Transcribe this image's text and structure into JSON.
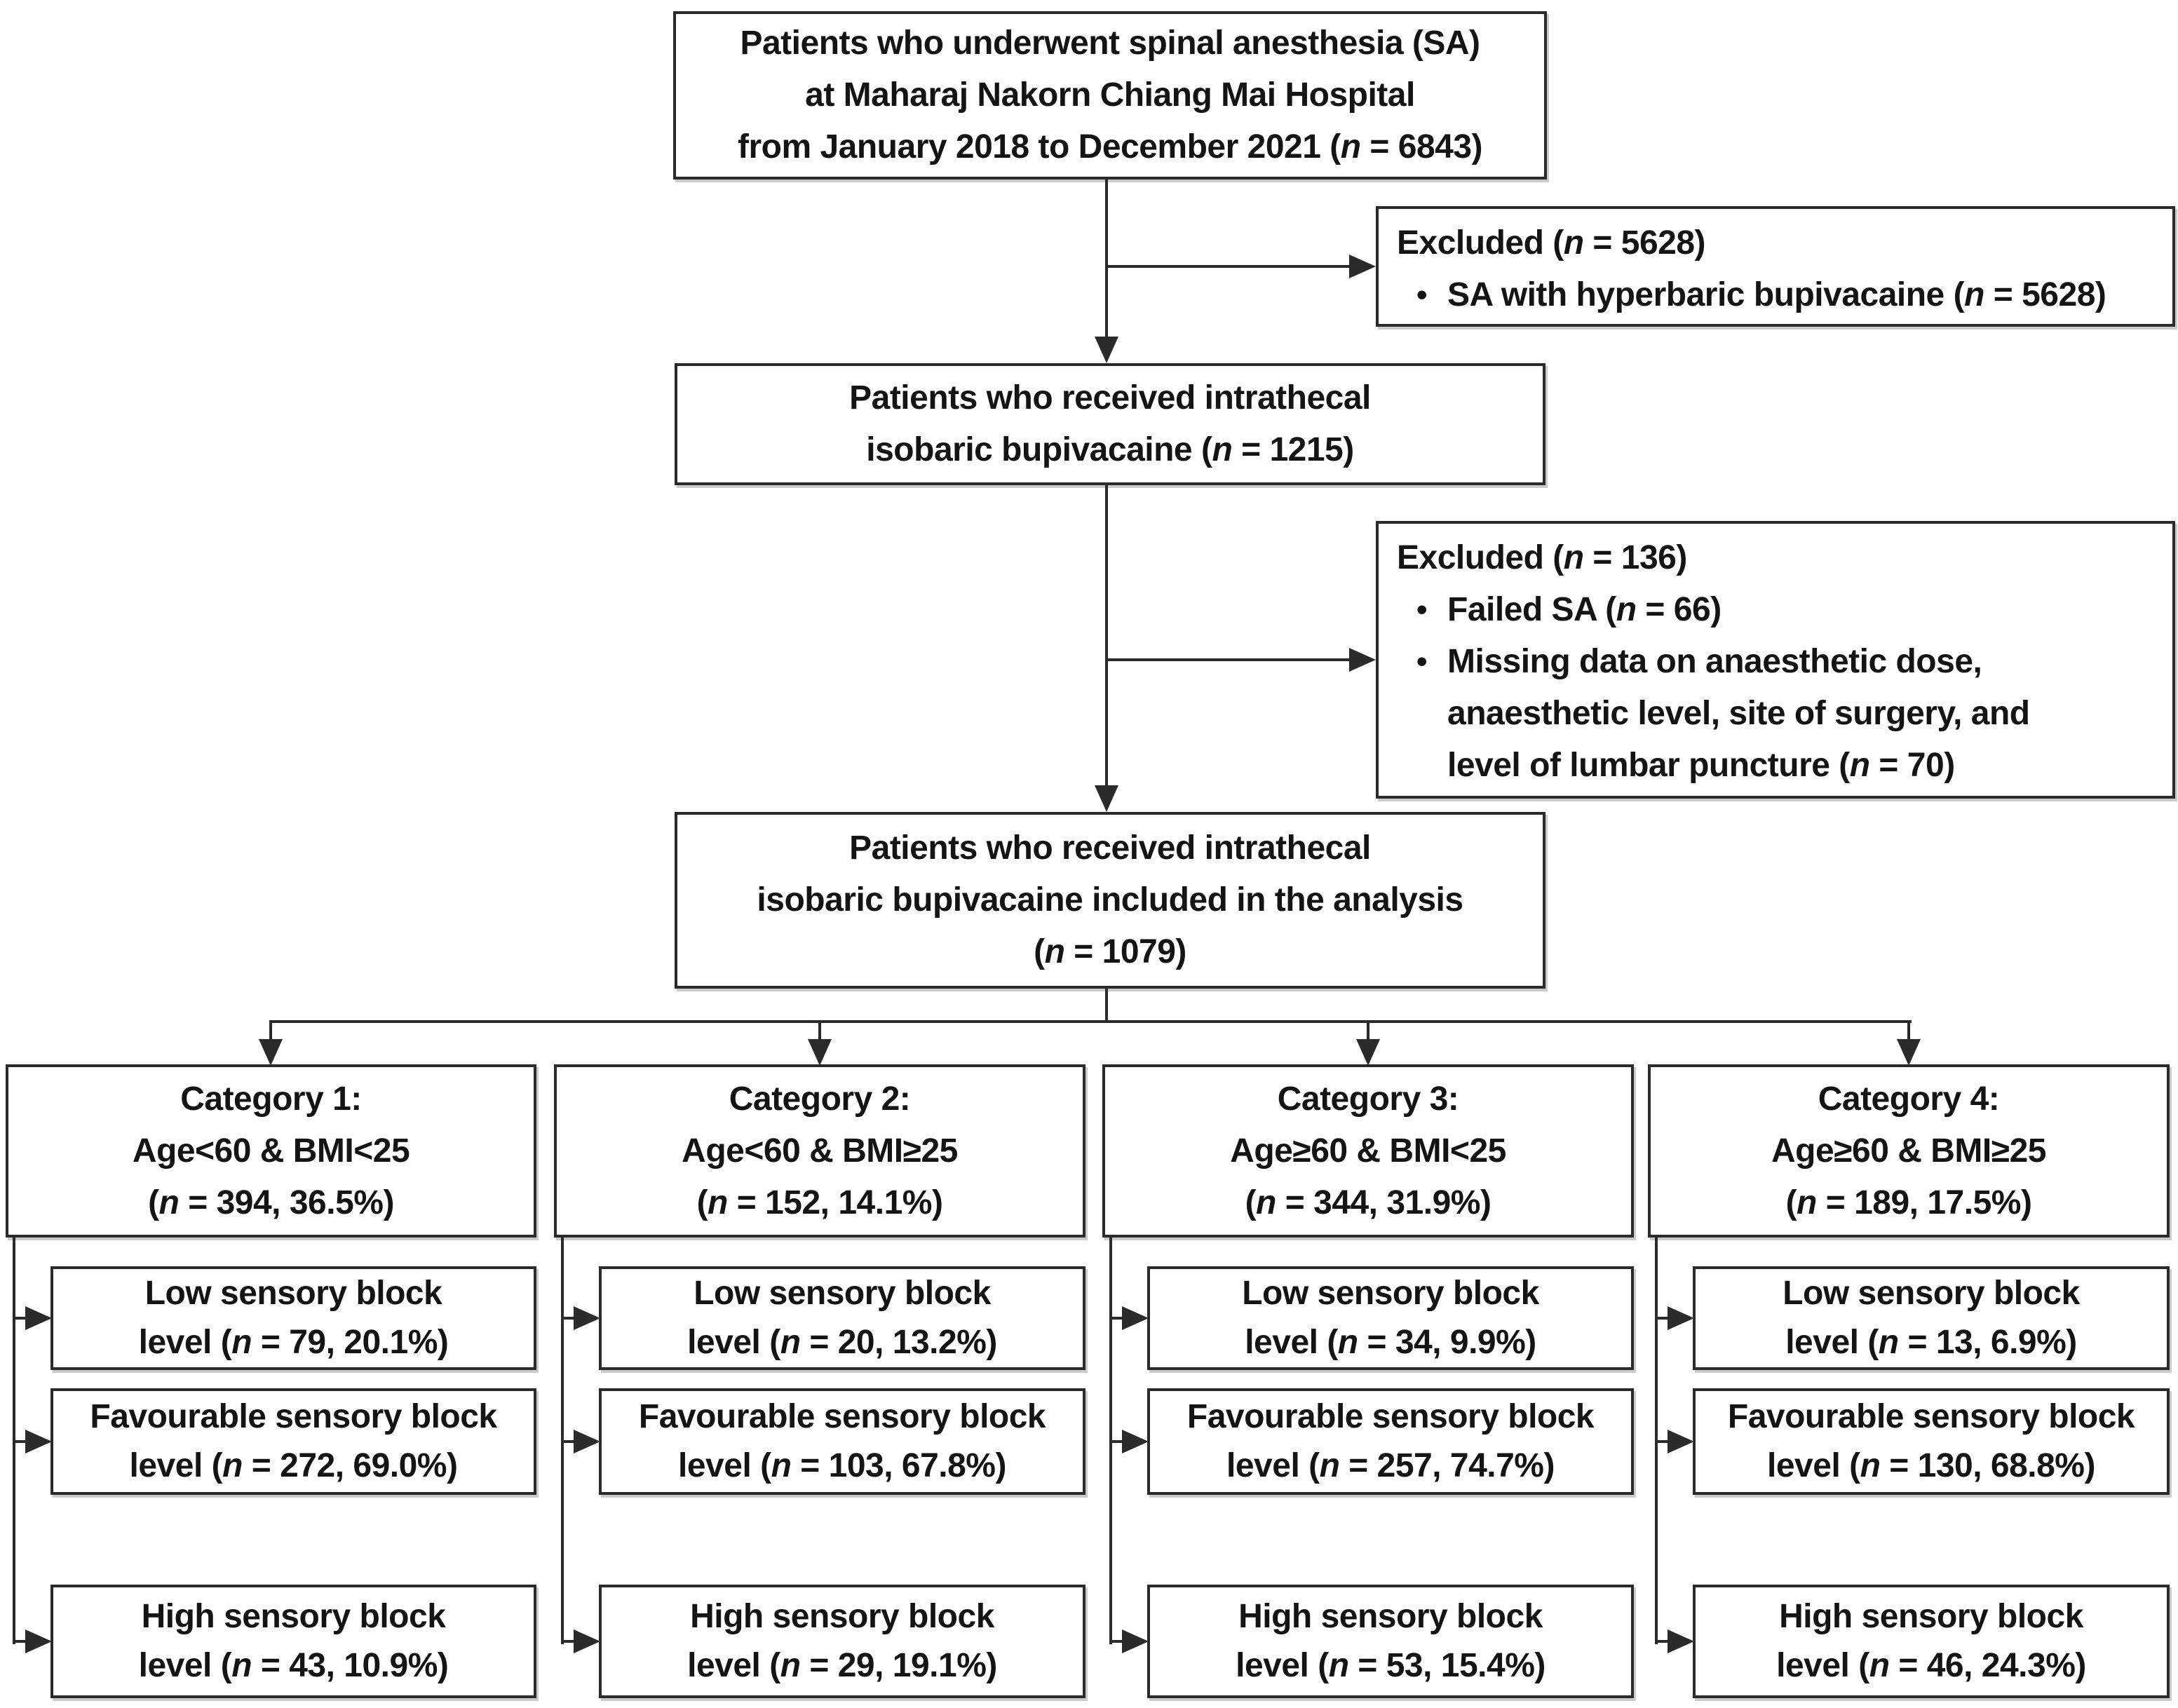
{
  "diagram": {
    "title": "Patient flow diagram of spinal anesthesia study",
    "colors": {
      "background": "#ffffff",
      "box_border": "#2b2b2b",
      "line": "#2b2b2b",
      "text": "#141414",
      "shadow": "#7d7d7d"
    },
    "enrollment": {
      "lines": [
        "Patients who underwent spinal anesthesia (SA)",
        "at Maharaj Nakorn Chiang Mai Hospital",
        "from January 2018 to December 2021 (n = 6843)"
      ]
    },
    "excluded_first": {
      "title": "Excluded (n = 5628)",
      "bullet_glyph": "•",
      "bullets": [
        {
          "lines": [
            "SA with hyperbaric bupivacaine (n = 5628)"
          ]
        }
      ]
    },
    "received": {
      "lines": [
        "Patients who received intrathecal",
        "isobaric bupivacaine (n = 1215)"
      ]
    },
    "excluded_second": {
      "title": "Excluded (n = 136)",
      "bullet_glyph": "•",
      "bullets": [
        {
          "lines": [
            "Failed SA (n = 66)"
          ]
        },
        {
          "lines": [
            "Missing data on anaesthetic dose,",
            "anaesthetic level, site of surgery, and",
            "level of lumbar puncture (n = 70)"
          ]
        }
      ]
    },
    "analysis": {
      "lines": [
        "Patients who received intrathecal",
        "isobaric bupivacaine included in the analysis",
        "(n = 1079)"
      ]
    },
    "categories": [
      {
        "lines": [
          "Category 1:",
          "Age<60 & BMI<25",
          "(n = 394, 36.5%)"
        ],
        "outcomes": [
          {
            "lines": [
              "Low sensory block",
              "level (n = 79, 20.1%)"
            ]
          },
          {
            "lines": [
              "Favourable sensory block",
              "level (n = 272, 69.0%)"
            ]
          },
          {
            "lines": [
              "High sensory block",
              "level (n = 43, 10.9%)"
            ]
          }
        ]
      },
      {
        "lines": [
          "Category 2:",
          "Age<60 & BMI≥25",
          "(n = 152, 14.1%)"
        ],
        "outcomes": [
          {
            "lines": [
              "Low sensory block",
              "level (n = 20, 13.2%)"
            ]
          },
          {
            "lines": [
              "Favourable sensory block",
              "level (n = 103, 67.8%)"
            ]
          },
          {
            "lines": [
              "High sensory block",
              "level (n = 29, 19.1%)"
            ]
          }
        ]
      },
      {
        "lines": [
          "Category 3:",
          "Age≥60 & BMI<25",
          "(n = 344, 31.9%)"
        ],
        "outcomes": [
          {
            "lines": [
              "Low sensory block",
              "level (n = 34, 9.9%)"
            ]
          },
          {
            "lines": [
              "Favourable sensory block",
              "level (n = 257, 74.7%)"
            ]
          },
          {
            "lines": [
              "High sensory block",
              "level (n = 53, 15.4%)"
            ]
          }
        ]
      },
      {
        "lines": [
          "Category 4:",
          "Age≥60 & BMI≥25",
          "(n = 189, 17.5%)"
        ],
        "outcomes": [
          {
            "lines": [
              "Low sensory block",
              "level (n = 13, 6.9%)"
            ]
          },
          {
            "lines": [
              "Favourable sensory block",
              "level (n = 130, 68.8%)"
            ]
          },
          {
            "lines": [
              "High sensory block",
              "level (n = 46, 24.3%)"
            ]
          }
        ]
      }
    ]
  }
}
